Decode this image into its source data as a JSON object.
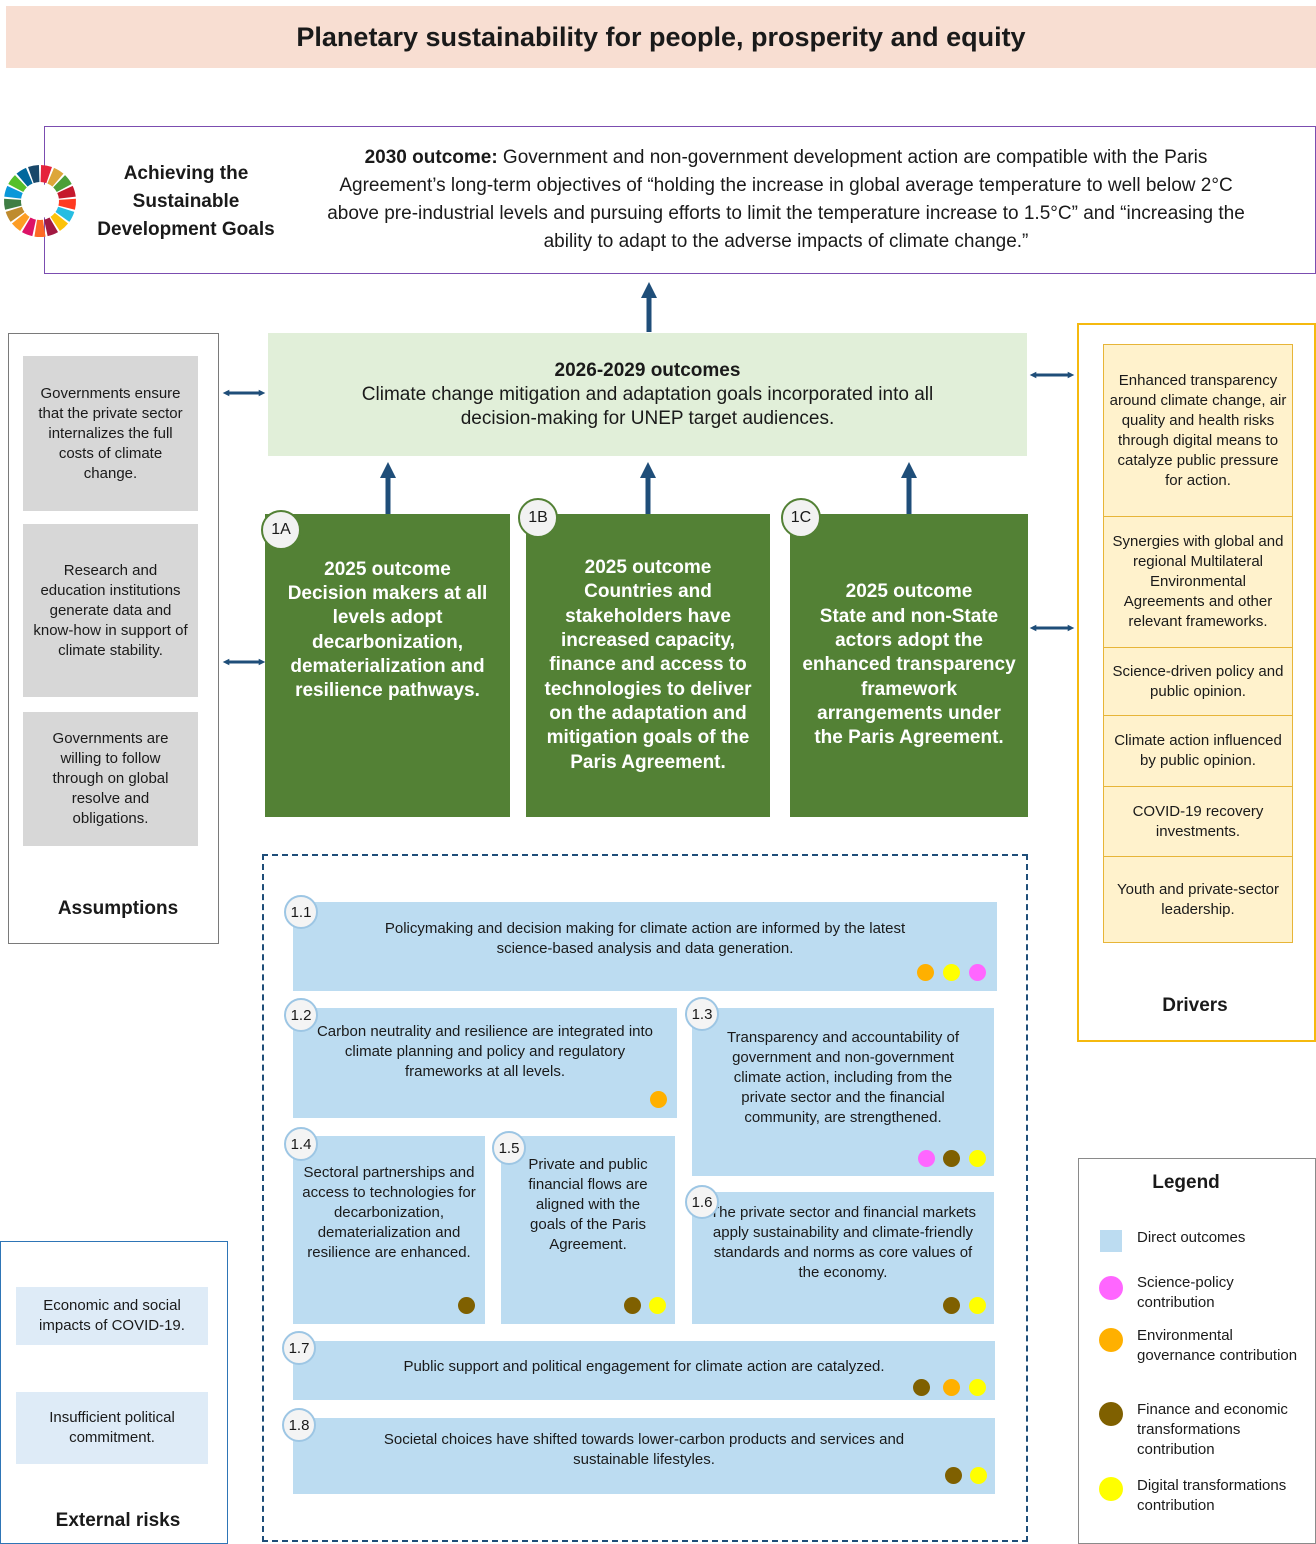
{
  "header": {
    "title": "Planetary sustainability for people, prosperity and equity"
  },
  "goal": {
    "sdg_label": "Achieving the Sustainable Development Goals",
    "outcome_lead": "2030 outcome:",
    "outcome_text": " Government and non-government development action are compatible with the Paris Agreement’s long-term objectives of “holding the increase in global average temperature to well below 2°C above pre-industrial levels and pursuing efforts to limit the temperature increase to 1.5°C” and “increasing the ability to adapt to the adverse impacts of climate change.”"
  },
  "outcomes_2026": {
    "title": "2026-2029 outcomes",
    "text": "Climate change mitigation and adaptation goals incorporated into all decision-making for UNEP target audiences."
  },
  "outcomes_2025": [
    {
      "badge": "1A",
      "title": "2025 outcome",
      "text": "Decision makers at all levels adopt decarbonization, dematerialization and resilience pathways."
    },
    {
      "badge": "1B",
      "title": "2025 outcome",
      "text": "Countries and stakeholders have increased capacity, finance and access to technologies to deliver on the adaptation and mitigation goals of the Paris Agreement."
    },
    {
      "badge": "1C",
      "title": "2025 outcome",
      "text": "State and non-State actors adopt the enhanced transparency framework arrangements under the Paris Agreement."
    }
  ],
  "assumptions": {
    "title": "Assumptions",
    "items": [
      "Governments ensure that the private sector internalizes the full costs of climate change.",
      "Research and education institutions generate data and know-how in support of climate stability.",
      "Governments are willing to follow through on global resolve and obligations."
    ]
  },
  "drivers": {
    "title": "Drivers",
    "items": [
      "Enhanced transparency around climate change, air quality and health risks through digital means to catalyze public pressure for action.",
      "Synergies with global and regional Multilateral Environmental Agreements and other relevant frameworks.",
      "Science-driven policy and public opinion.",
      "Climate action influenced by public opinion.",
      "COVID-19 recovery investments.",
      "Youth and private-sector leadership."
    ]
  },
  "direct_outcomes": [
    {
      "badge": "1.1",
      "text": "Policymaking and decision making for climate action are informed by the latest science-based analysis and data generation.",
      "dots": [
        "environmental",
        "digital",
        "science"
      ]
    },
    {
      "badge": "1.2",
      "text": "Carbon neutrality and resilience are integrated into climate planning and policy and regulatory frameworks at all levels.",
      "dots": [
        "environmental"
      ]
    },
    {
      "badge": "1.3",
      "text": "Transparency and accountability of government and non-government climate action, including from the private sector and the financial community, are strengthened.",
      "dots": [
        "science",
        "finance",
        "digital"
      ]
    },
    {
      "badge": "1.4",
      "text": "Sectoral partnerships and access to technologies for decarbonization, dematerialization and resilience are enhanced.",
      "dots": [
        "finance"
      ]
    },
    {
      "badge": "1.5",
      "text": "Private and public financial flows are aligned with the goals of the Paris Agreement.",
      "dots": [
        "finance",
        "digital"
      ]
    },
    {
      "badge": "1.6",
      "text": "The private sector and financial markets apply sustainability and climate-friendly standards and norms as core values of the economy.",
      "dots": [
        "finance",
        "digital"
      ]
    },
    {
      "badge": "1.7",
      "text": "Public support and political engagement for climate action are catalyzed.",
      "dots": [
        "finance",
        "environmental",
        "digital"
      ]
    },
    {
      "badge": "1.8",
      "text": "Societal choices have shifted towards lower-carbon products and services and sustainable lifestyles.",
      "dots": [
        "finance",
        "digital"
      ]
    }
  ],
  "legend": {
    "title": "Legend",
    "items": [
      {
        "key": "direct",
        "label": "Direct outcomes",
        "color": "#bcdcf1"
      },
      {
        "key": "science",
        "label": "Science-policy contribution",
        "color": "#ff66ff"
      },
      {
        "key": "environmental",
        "label": "Environmental governance contribution",
        "color": "#ffb000"
      },
      {
        "key": "finance",
        "label": "Finance and economic transformations contribution",
        "color": "#7f6000"
      },
      {
        "key": "digital",
        "label": "Digital transformations contribution",
        "color": "#ffff00"
      }
    ]
  },
  "risks": {
    "title": "External risks",
    "items": [
      "Economic and social impacts of COVID-19.",
      "Insufficient political commitment."
    ]
  },
  "colors": {
    "arrow": "#1f4e79",
    "green_outcome": "#538135",
    "science": "#ff66ff",
    "environmental": "#ffb000",
    "finance": "#7f6000",
    "digital": "#ffff00"
  }
}
